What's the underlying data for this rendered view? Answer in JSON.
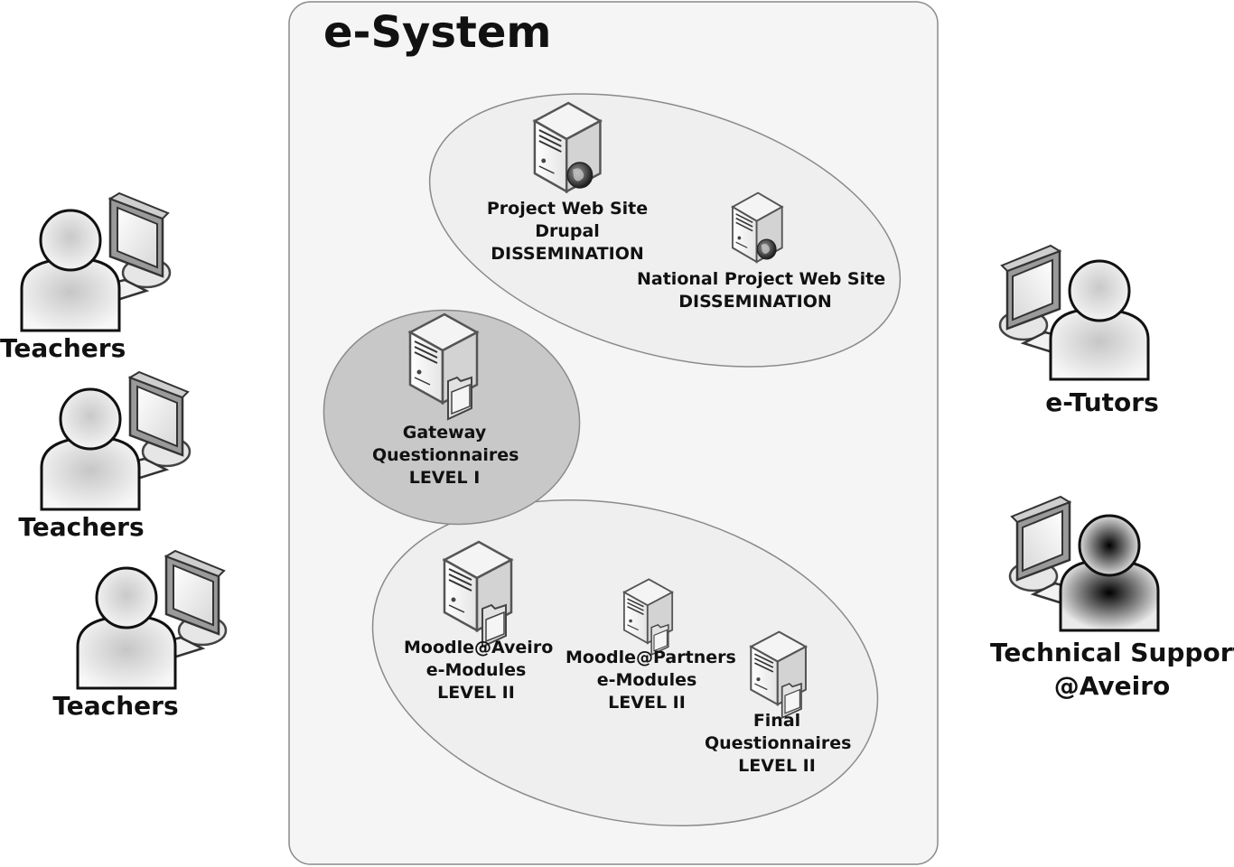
{
  "system": {
    "title": "e-System"
  },
  "groups": {
    "dissemination": {
      "nodes": [
        {
          "lines": [
            "Project Web Site",
            "Drupal",
            "DISSEMINATION"
          ],
          "icon": "web-server-icon"
        },
        {
          "lines": [
            "National Project Web Site",
            "DISSEMINATION"
          ],
          "icon": "web-server-icon"
        }
      ]
    },
    "gateway": {
      "nodes": [
        {
          "lines": [
            "Gateway",
            "Questionnaires",
            "LEVEL I"
          ],
          "icon": "file-server-icon"
        }
      ]
    },
    "modules": {
      "nodes": [
        {
          "lines": [
            "Moodle@Aveiro",
            "e-Modules",
            "LEVEL II"
          ],
          "icon": "file-server-icon"
        },
        {
          "lines": [
            "Moodle@Partners",
            "e-Modules",
            "LEVEL II"
          ],
          "icon": "file-server-icon"
        },
        {
          "lines": [
            "Final",
            "Questionnaires",
            "LEVEL II"
          ],
          "icon": "file-server-icon"
        }
      ]
    }
  },
  "actors": {
    "teachers": [
      {
        "label": "Teachers"
      },
      {
        "label": "Teachers"
      },
      {
        "label": "Teachers"
      }
    ],
    "etutors": {
      "label": "e-Tutors"
    },
    "support": {
      "lines": [
        "Technical Support",
        "@Aveiro"
      ]
    }
  },
  "colors": {
    "system_fill": "#f5f5f5",
    "group_fill": "#efefef",
    "gateway_fill": "#c8c8c8",
    "outline": "#8a8a8a"
  }
}
